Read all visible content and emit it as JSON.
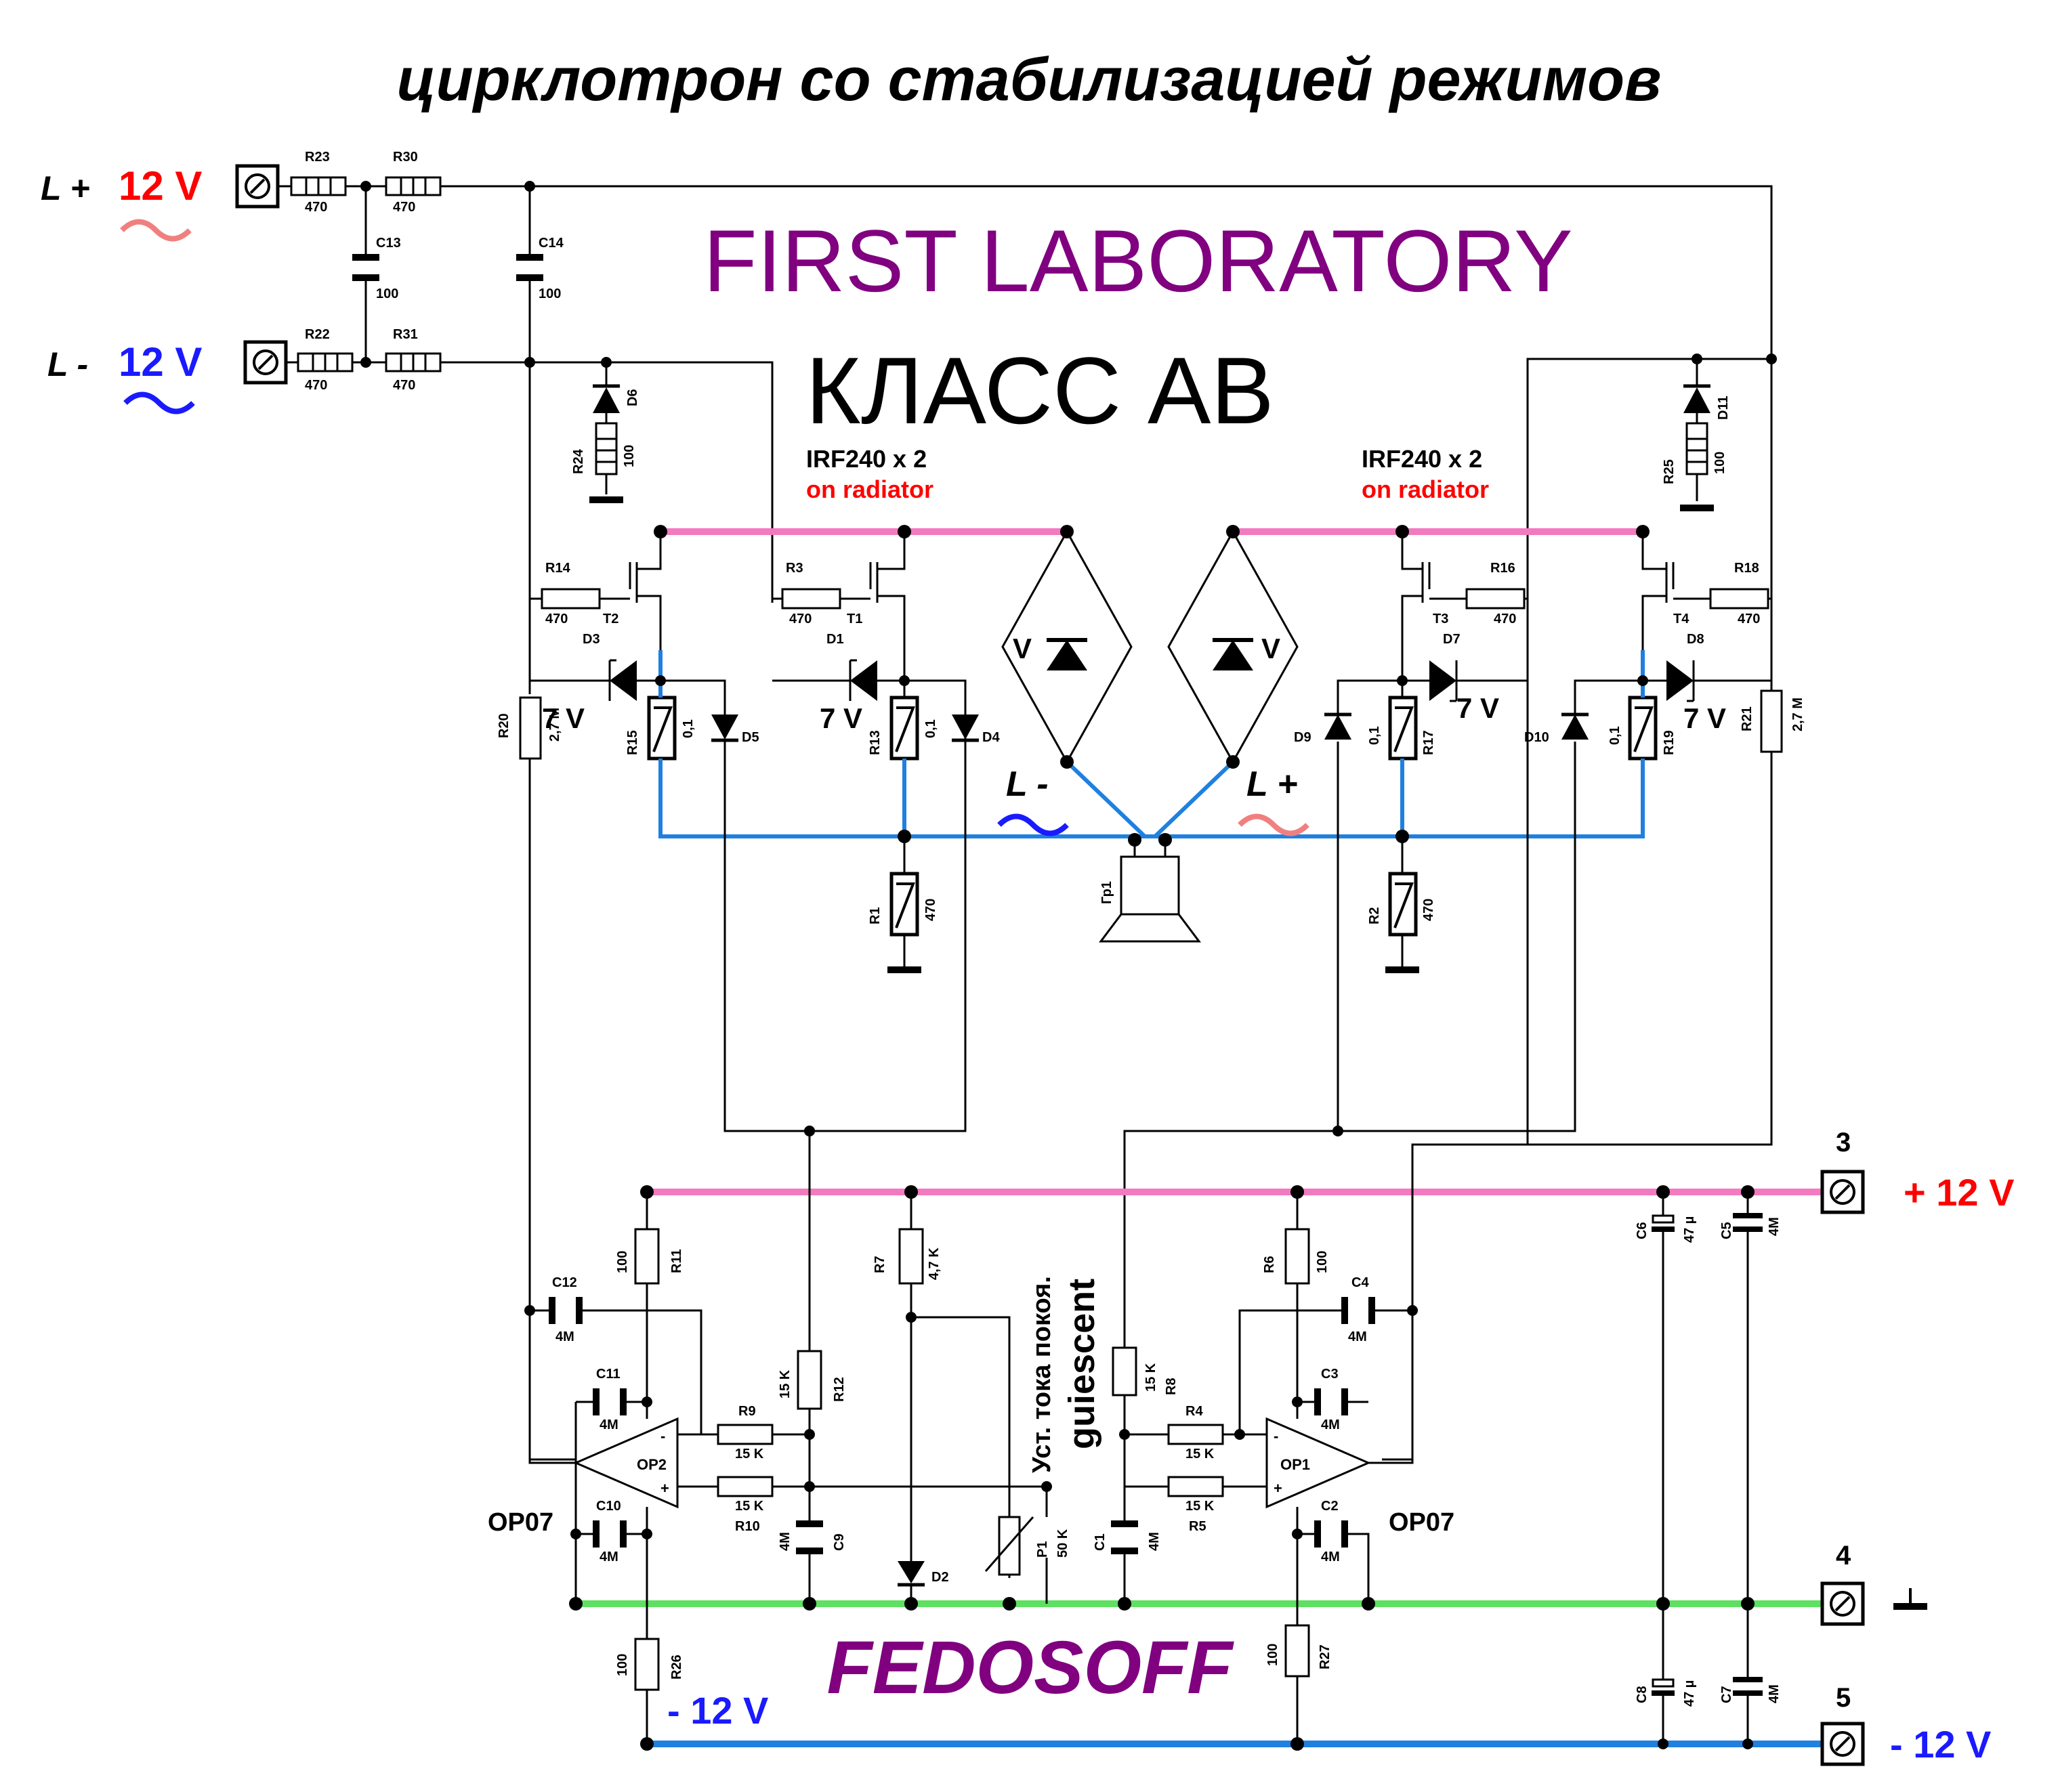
{
  "title": "цирклотрон со стабилизацией режимов",
  "brand": "FIRST LABORATORY",
  "class_label": "КЛАСС АВ",
  "author": "FEDOSOFF",
  "inputs": {
    "l_plus": "L +",
    "l_minus": "L -",
    "voltage": "12 V"
  },
  "transistor_note": {
    "part": "IRF240 x 2",
    "note": "on radiator"
  },
  "bridge_label": "V",
  "zener_label": "7 V",
  "speaker": {
    "name": "Гр1",
    "l_minus": "L -",
    "l_plus": "L +"
  },
  "opamp": {
    "type": "OP07",
    "op1": "OP1",
    "op2": "OP2"
  },
  "quiescent": {
    "ru": "Уст. тока покоя.",
    "en": "guiescent"
  },
  "terminals": {
    "t3": {
      "num": "3",
      "label": "+ 12 V"
    },
    "t4": {
      "num": "4",
      "label": ""
    },
    "t5": {
      "num": "5",
      "label": "- 12 V"
    },
    "rail_minus": "- 12 V"
  },
  "components": {
    "R23": "470",
    "R30": "470",
    "R22": "470",
    "R31": "470",
    "C13": "100",
    "C14": "100",
    "R24": "100",
    "R25": "100",
    "R14": "470",
    "R3": "470",
    "R16": "470",
    "R18": "470",
    "R15": "0,1",
    "R13": "0,1",
    "R17": "0,1",
    "R19": "0,1",
    "R20": "2,7 M",
    "R21": "2,7 M",
    "R1": "470",
    "R2": "470",
    "R11": "100",
    "R6": "100",
    "R7": "4,7 K",
    "R12": "15 K",
    "R8": "15 K",
    "R9": "15 K",
    "R10": "15 K",
    "R4": "15 K",
    "R5": "15 K",
    "C12": "4M",
    "C11": "4M",
    "C10": "4M",
    "C9": "4M",
    "C4": "4M",
    "C3": "4M",
    "C2": "4M",
    "C1": "4M",
    "C5": "4M",
    "C7": "4M",
    "C6": "47 µ",
    "C8": "47 µ",
    "P1": "50 K",
    "R26": "100",
    "R27": "100"
  },
  "colors": {
    "positive_rail": "#f27ac0",
    "ground_rail": "#5ee060",
    "negative_rail": "#1f80e0",
    "red": "#ff0000",
    "blue": "#1a1aff",
    "purple": "#800080"
  }
}
